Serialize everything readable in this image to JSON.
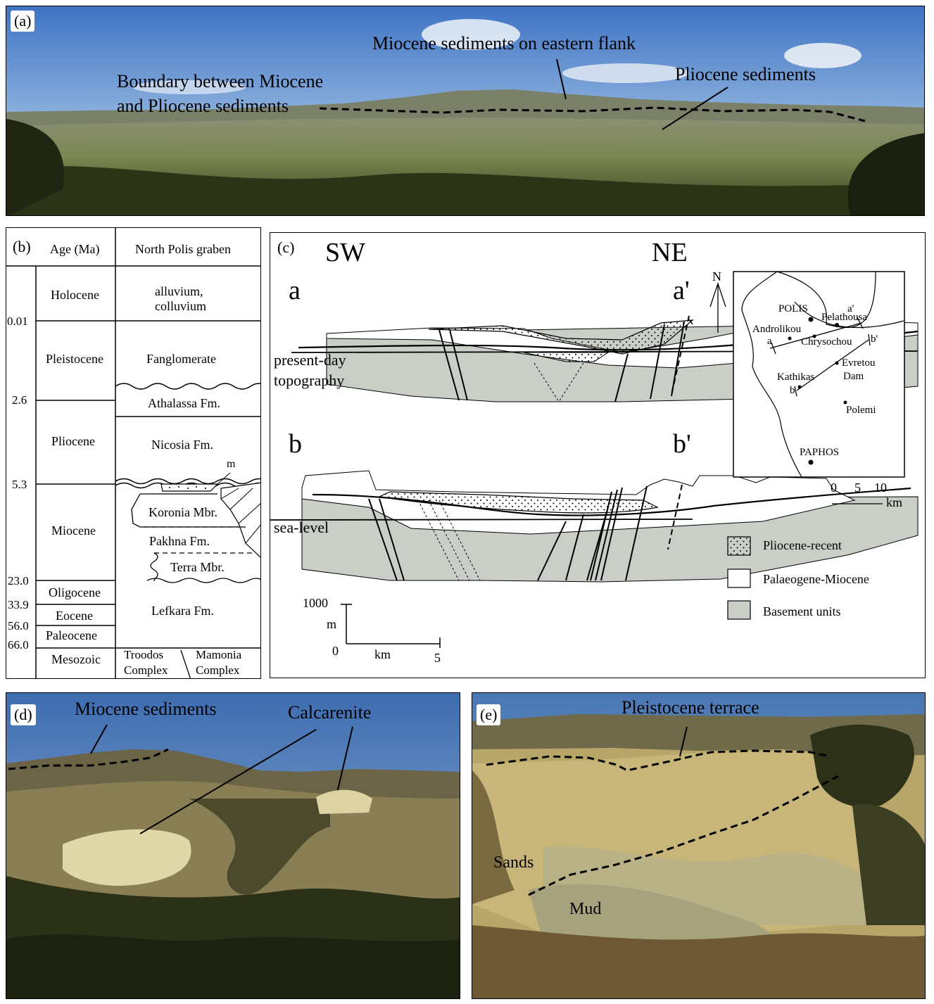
{
  "panel_a": {
    "label": "(a)",
    "annotations": {
      "miocene_east": "Miocene sediments on eastern flank",
      "boundary_line1": "Boundary between Miocene",
      "boundary_line2": "and Pliocene sediments",
      "pliocene": "Pliocene sediments"
    }
  },
  "panel_b": {
    "label": "(b)",
    "header_age": "Age (Ma)",
    "header_unit": "North Polis graben",
    "ages": [
      "0.01",
      "2.6",
      "5.3",
      "23.0",
      "33.9",
      "56.0",
      "66.0"
    ],
    "epochs": [
      "Holocene",
      "Pleistocene",
      "Pliocene",
      "Miocene",
      "Oligocene",
      "Eocene",
      "Paleocene",
      "Mesozoic"
    ],
    "units": {
      "alluvium1": "alluvium,",
      "alluvium2": "colluvium",
      "fanglomerate": "Fanglomerate",
      "athalassa": "Athalassa Fm.",
      "nicosia": "Nicosia Fm.",
      "m": "m",
      "koronia": "Koronia Mbr.",
      "pakhna": "Pakhna Fm.",
      "terra": "Terra Mbr.",
      "lefkara": "Lefkara Fm.",
      "troodos1": "Troodos",
      "troodos2": "Complex",
      "mamonia1": "Mamonia",
      "mamonia2": "Complex"
    }
  },
  "panel_c": {
    "label": "(c)",
    "sw": "SW",
    "ne": "NE",
    "a": "a",
    "a_prime": "a'",
    "b": "b",
    "b_prime": "b'",
    "topo1": "present-day",
    "topo2": "topography",
    "sea_level": "sea-level",
    "scale": {
      "v_max": "1000",
      "v_unit": "m",
      "zero": "0",
      "h_unit": "km",
      "h_max": "5"
    },
    "map": {
      "north": "N",
      "places": [
        "POLIS",
        "Pelathousa",
        "Androlikou",
        "Chrysochou",
        "Evretou",
        "Dam",
        "Kathikas",
        "Polemi",
        "PAPHOS"
      ],
      "pts": [
        "a'",
        "a",
        "b'",
        "b"
      ],
      "scale_ticks": [
        "0",
        "5",
        "10"
      ],
      "scale_unit": "km"
    },
    "legend": [
      "Pliocene-recent",
      "Palaeogene-Miocene",
      "Basement units"
    ],
    "colors": {
      "basement": "#c9cfc7",
      "line": "#000000"
    }
  },
  "panel_d": {
    "label": "(d)",
    "miocene": "Miocene sediments",
    "calcarenite": "Calcarenite"
  },
  "panel_e": {
    "label": "(e)",
    "terrace": "Pleistocene terrace",
    "sands": "Sands",
    "mud": "Mud"
  }
}
